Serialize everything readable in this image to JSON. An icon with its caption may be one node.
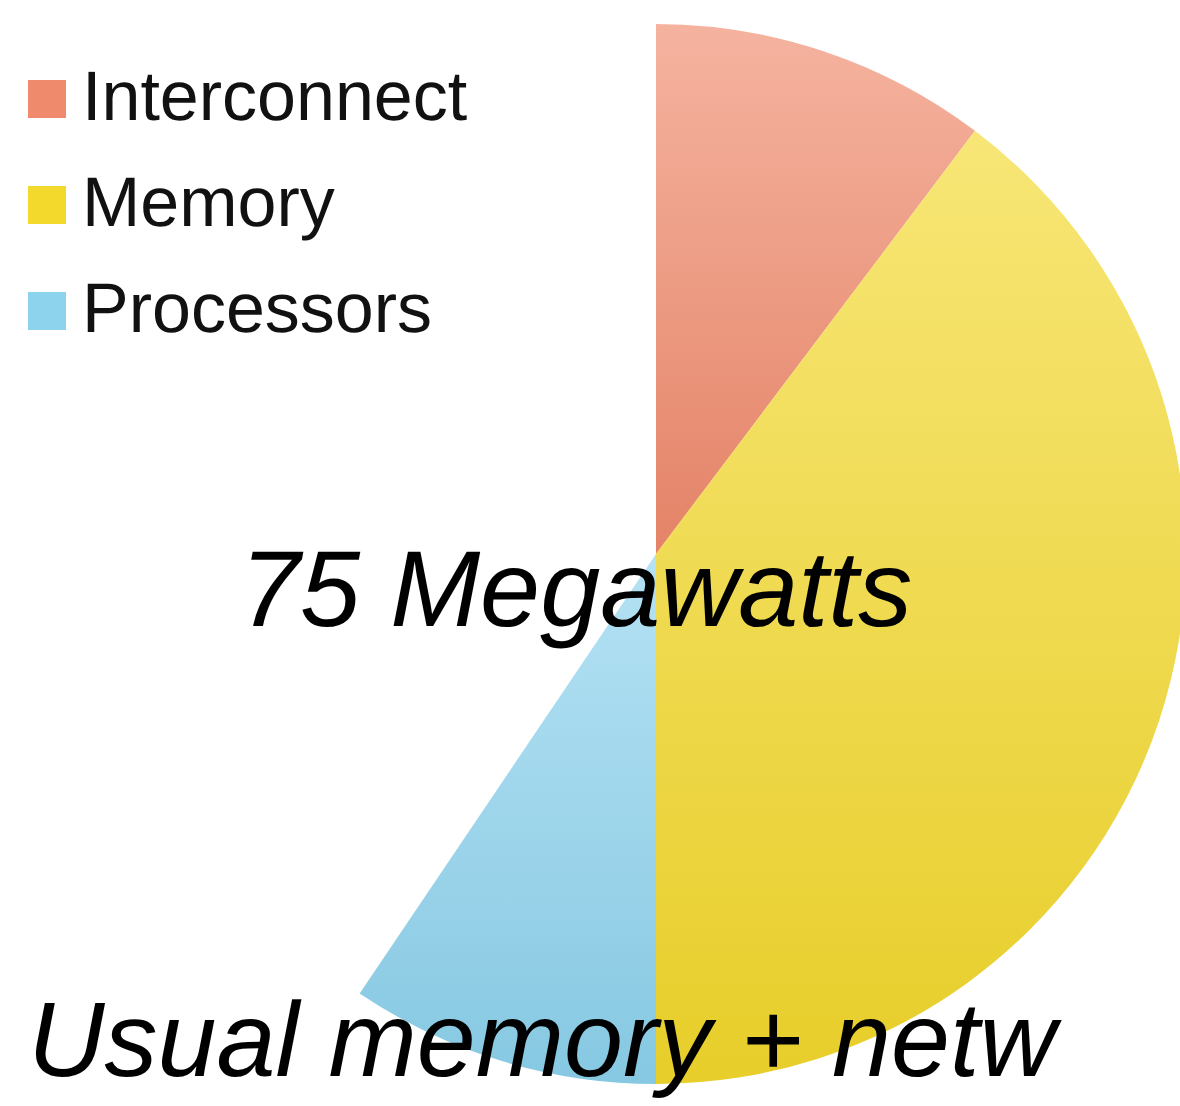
{
  "diagram": {
    "labels": [
      "75 Megawatts",
      "Usual memory + netw"
    ],
    "legend": [
      {
        "text": "Interconnect",
        "color": "#f08a6c"
      },
      {
        "text": "Memory",
        "color": "#f3d92c"
      },
      {
        "text": "Processors",
        "color": "#8dd3ee"
      }
    ]
  }
}
